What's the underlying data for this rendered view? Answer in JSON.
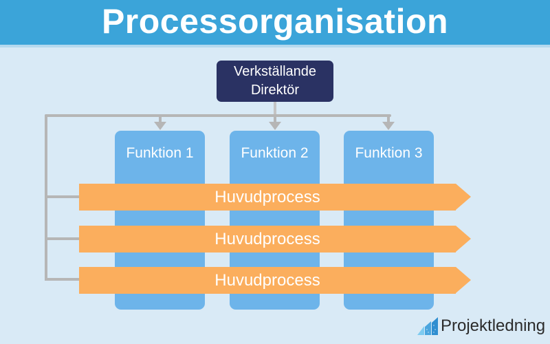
{
  "header": {
    "title": "Processorganisation"
  },
  "diagram": {
    "director": {
      "label": "Verkställande Direktör"
    },
    "functions": [
      {
        "label": "Funktion 1"
      },
      {
        "label": "Funktion 2"
      },
      {
        "label": "Funktion 3"
      }
    ],
    "processes": [
      {
        "label": "Huvudprocess"
      },
      {
        "label": "Huvudprocess"
      },
      {
        "label": "Huvudprocess"
      }
    ]
  },
  "footer": {
    "brand": "Projektledning",
    "logo_icon": "growth-bars-icon"
  },
  "colors": {
    "header_blue": "#3ba4d9",
    "background_light_blue": "#d9eaf6",
    "function_blue": "#6db4ea",
    "process_orange": "#fbae5d",
    "director_navy": "#2a3263",
    "connector_gray": "#b6b6b6",
    "brand_text": "#2b2b2b"
  }
}
